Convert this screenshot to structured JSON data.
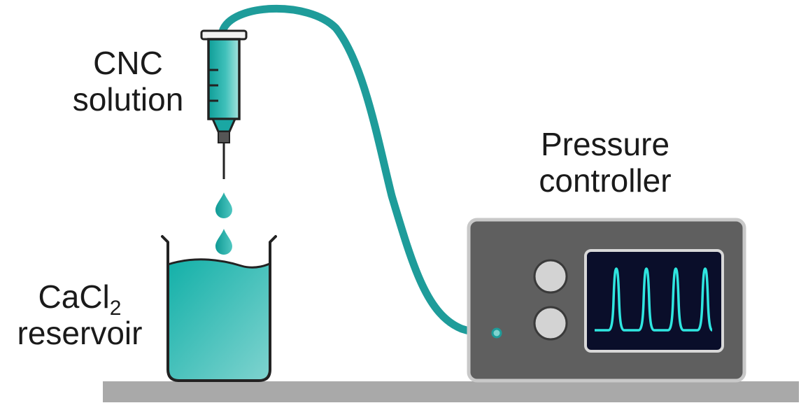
{
  "labels": {
    "syringe": {
      "line1": "CNC",
      "line2": "solution"
    },
    "reservoir": {
      "line1_main": "CaCl",
      "line1_sub": "2",
      "line2": "reservoir"
    },
    "controller": {
      "line1": "Pressure",
      "line2": "controller"
    }
  },
  "colors": {
    "tube": "#1e9c9a",
    "fluid_dark": "#12b0a8",
    "fluid_light": "#7fd3cf",
    "droplet": "#1aa7a3",
    "outline": "#222222",
    "controller_body": "#5f5f5f",
    "controller_border": "#c8c8c8",
    "screen_bg": "#0a0e2a",
    "signal": "#2fe6e0",
    "knob": "#d3d3d3",
    "table": "#a9a9a9"
  }
}
